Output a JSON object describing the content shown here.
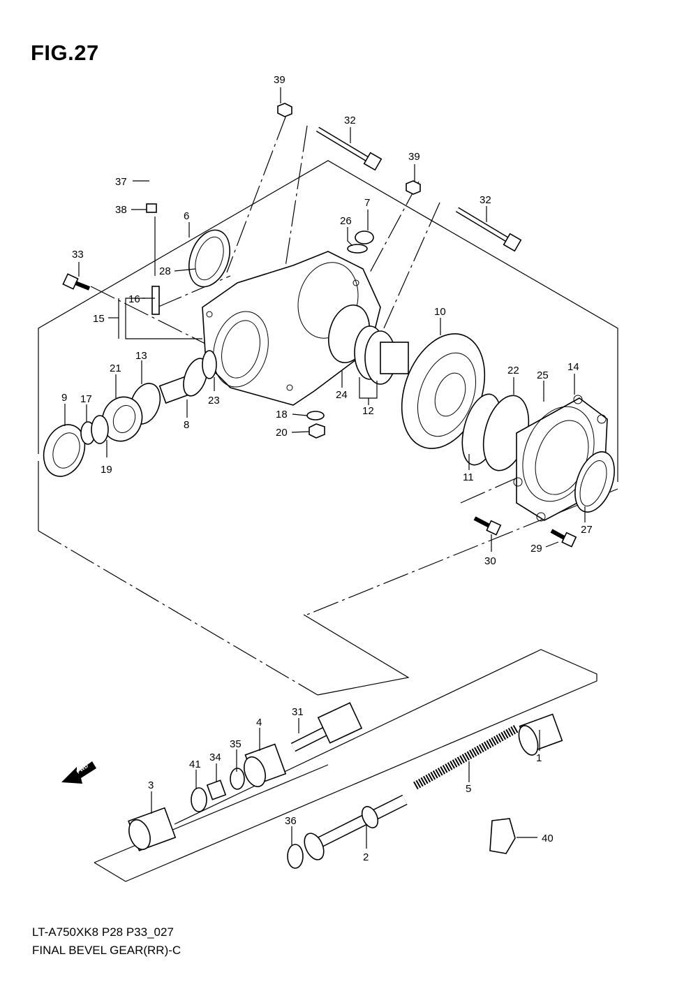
{
  "figure": {
    "title": "FIG.27",
    "model_code": "LT-A750XK8 P28 P33_027",
    "part_name": "FINAL BEVEL GEAR(RR)-C",
    "fwd_label": "FWD"
  },
  "callouts": [
    "39",
    "32",
    "39",
    "32",
    "37",
    "38",
    "6",
    "7",
    "26",
    "33",
    "28",
    "16",
    "15",
    "10",
    "13",
    "21",
    "22",
    "25",
    "14",
    "9",
    "17",
    "23",
    "24",
    "12",
    "18",
    "20",
    "8",
    "19",
    "11",
    "27",
    "29",
    "30",
    "31",
    "4",
    "35",
    "34",
    "41",
    "1",
    "3",
    "5",
    "36",
    "2",
    "40"
  ]
}
